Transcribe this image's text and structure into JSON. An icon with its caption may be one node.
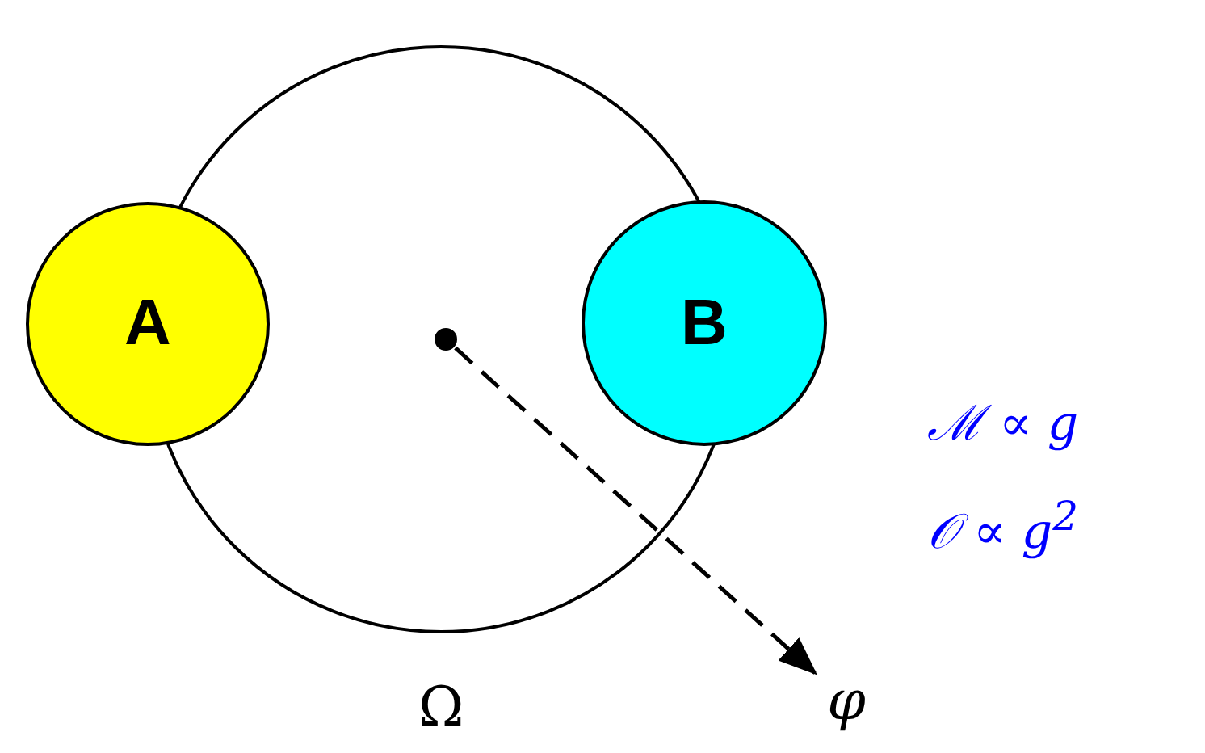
{
  "diagram": {
    "nodes": [
      {
        "text": [],
        "shape": "circle",
        "beside": [
          "Ω"
        ]
      },
      {
        "text": [
          "A"
        ]
      },
      {
        "text": [
          "B"
        ]
      },
      {
        "text": [],
        "shape": "circle",
        "in": 0
      },
      {
        "text": [
          "φ"
        ]
      }
    ],
    "edges": [
      {
        "from": 3,
        "to": 4,
        "arrow": "to",
        "style": "dashed"
      }
    ],
    "labels": [
      "ℳ ∝ g",
      "𝒪 ∝ g$^{2}$"
    ]
  }
}
